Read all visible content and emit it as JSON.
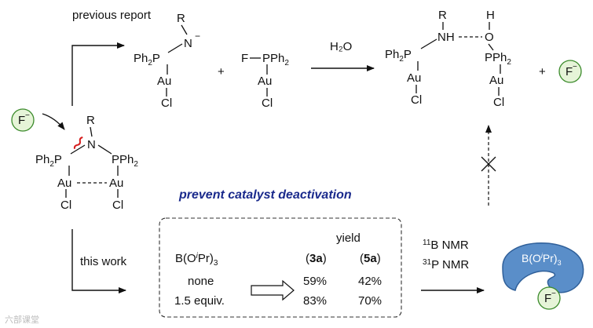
{
  "labels": {
    "previous_report": "previous report",
    "this_work": "this work",
    "prevent": "prevent catalyst  deactivation",
    "water": "H₂O",
    "plus": "+",
    "yield_header": "yield",
    "col_3a": "3a",
    "col_5a": "5a",
    "additive_label": "B(O",
    "additive_ipr_i": "i",
    "additive_pr": "Pr)",
    "additive_sub": "3",
    "row_none": "none",
    "row_equiv": "1.5 equiv.",
    "val_3a_none": "59%",
    "val_5a_none": "42%",
    "val_3a_equiv": "83%",
    "val_5a_equiv": "70%",
    "nmr_b_sup": "11",
    "nmr_b": "B NMR",
    "nmr_p_sup": "31",
    "nmr_p": "P NMR",
    "fluoride": "F",
    "fluoride_sup": "−",
    "watermark": "六部课堂"
  },
  "chem": {
    "R": "R",
    "N": "N",
    "NH": "NH",
    "O": "O",
    "H": "H",
    "Ph2P": "Ph",
    "PPh2": "PPh",
    "two": "2",
    "Au": "Au",
    "Cl": "Cl",
    "F_P": "F",
    "P": "PPh"
  },
  "colors": {
    "accent_blue": "#1a2a8c",
    "fluoride_fill": "#e6f4d8",
    "fluoride_stroke": "#3a8a2a",
    "borate_fill": "#5a8ec9",
    "borate_stroke": "#2f5f99",
    "cleave": "#d61f1f"
  }
}
